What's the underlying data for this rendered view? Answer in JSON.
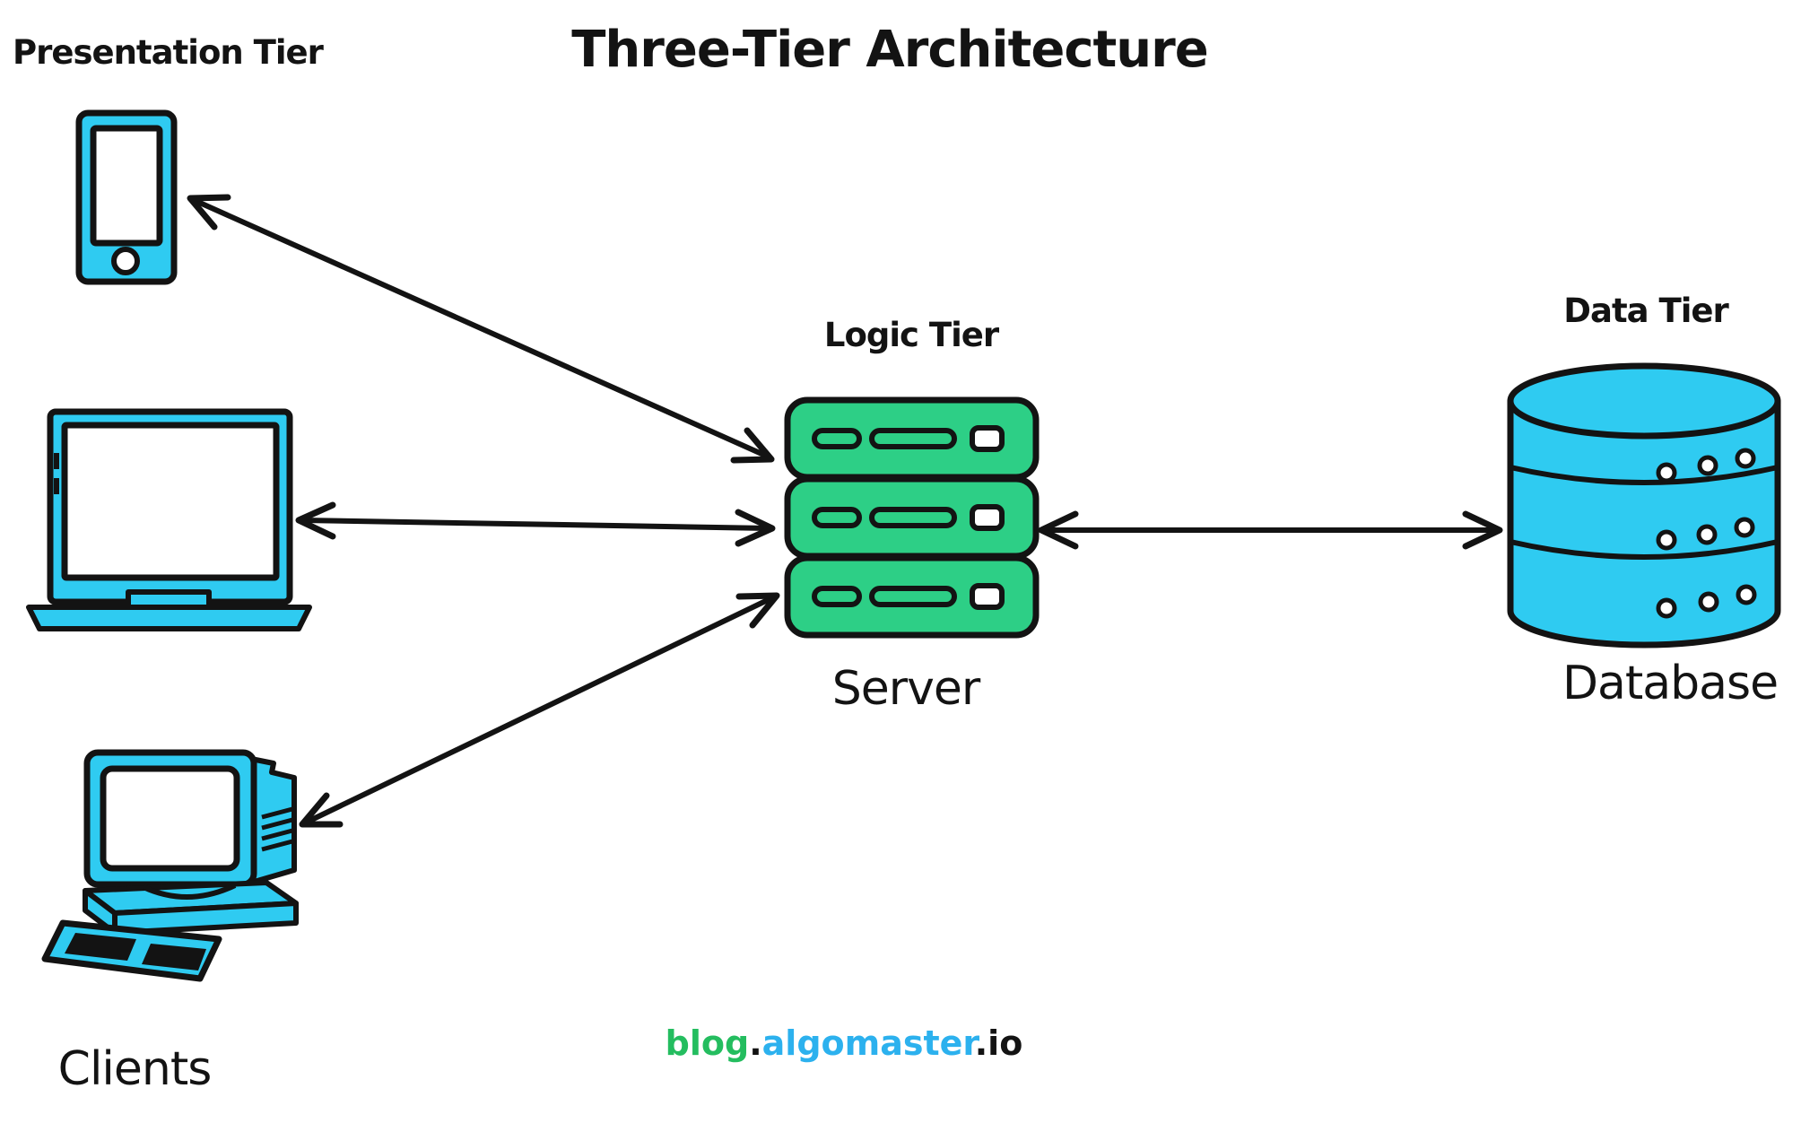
{
  "title": "Three-Tier Architecture",
  "tiers": {
    "presentation": {
      "label": "Presentation Tier",
      "caption": "Clients",
      "devices": [
        "tablet",
        "laptop",
        "desktop-computer"
      ]
    },
    "logic": {
      "label": "Logic Tier",
      "caption": "Server",
      "server_units": 3
    },
    "data": {
      "label": "Data Tier",
      "caption": "Database",
      "database_segments": 3
    }
  },
  "connections": [
    {
      "from": "tablet",
      "to": "server",
      "bidirectional": true
    },
    {
      "from": "laptop",
      "to": "server",
      "bidirectional": true
    },
    {
      "from": "desktop-computer",
      "to": "server",
      "bidirectional": true
    },
    {
      "from": "server",
      "to": "database",
      "bidirectional": true
    }
  ],
  "footer": {
    "segments": [
      {
        "text": "blog",
        "color_key": "footer_green"
      },
      {
        "text": ".",
        "color_key": "ink"
      },
      {
        "text": "algomaster",
        "color_key": "footer_cyan"
      },
      {
        "text": ".io",
        "color_key": "ink"
      }
    ]
  },
  "palette": {
    "device_cyan": "#2FCBF1",
    "server_green": "#2DCF86",
    "ink": "#131313",
    "footer_green": "#24BD5F",
    "footer_cyan": "#2CB1EE",
    "background": "#FFFFFF"
  }
}
